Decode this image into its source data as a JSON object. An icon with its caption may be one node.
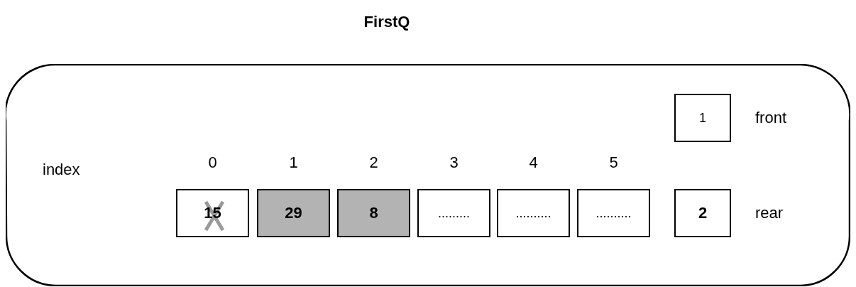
{
  "diagram": {
    "title": "FirstQ",
    "nodes": [
      {
        "text": [],
        "shape": "box"
      },
      {
        "text": [
          "1"
        ],
        "in": 0,
        "beside": [
          "front"
        ]
      },
      {
        "text": [
          "15"
        ],
        "in": 0,
        "beside": [
          "0"
        ]
      },
      {
        "text": [
          "29"
        ],
        "in": 0,
        "beside": [
          "1"
        ]
      },
      {
        "text": [
          "8"
        ],
        "in": 0,
        "beside": [
          "2"
        ]
      },
      {
        "text": [
          "........."
        ],
        "in": 0,
        "beside": [
          "3"
        ]
      },
      {
        "text": [
          ".........."
        ],
        "in": 0,
        "beside": [
          "4"
        ]
      },
      {
        "text": [
          ".........."
        ],
        "in": 0,
        "beside": [
          "5"
        ]
      },
      {
        "text": [
          "2"
        ],
        "in": 0,
        "beside": [
          "rear"
        ]
      }
    ],
    "labels": [
      "index"
    ]
  }
}
